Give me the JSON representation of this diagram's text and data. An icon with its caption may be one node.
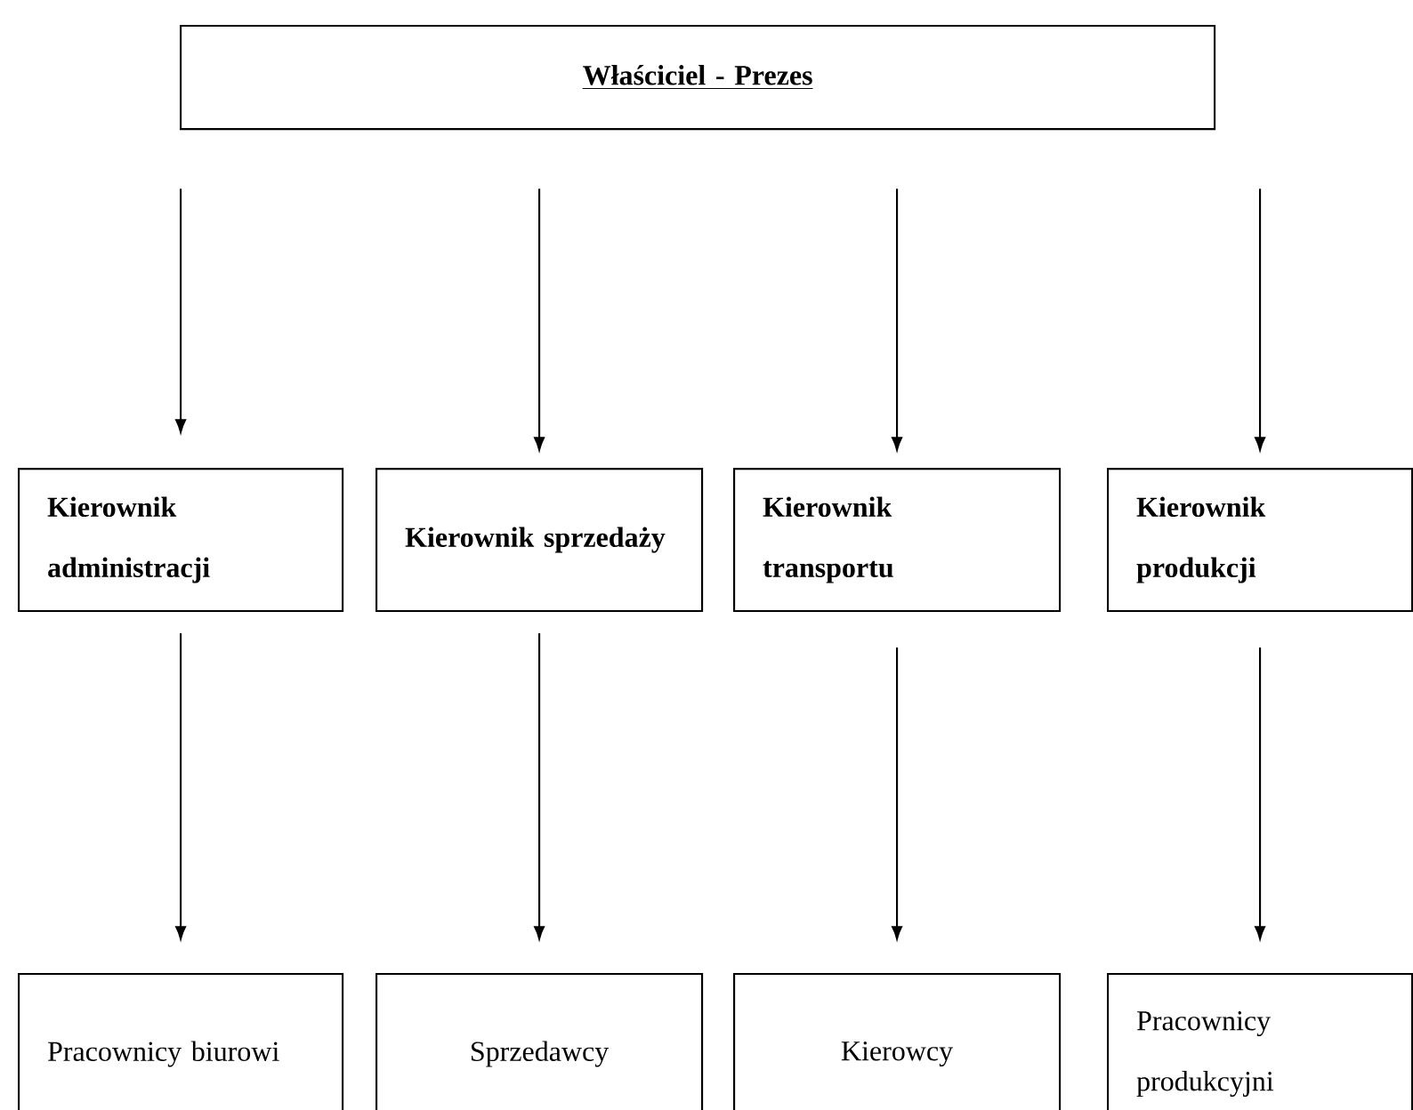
{
  "diagram": {
    "nodes": [
      {
        "text": [
          "Właściciel - Prezes"
        ]
      },
      {
        "text": [
          "Kierownik administracji"
        ]
      },
      {
        "text": [
          "Kierownik sprzedaży"
        ]
      },
      {
        "text": [
          "Kierownik transportu"
        ]
      },
      {
        "text": [
          "Kierownik produkcji"
        ]
      },
      {
        "text": [
          "Pracownicy biurowi"
        ]
      },
      {
        "text": [
          "Sprzedawcy"
        ]
      },
      {
        "text": [
          "Kierowcy"
        ]
      },
      {
        "text": [
          "Pracownicy produkcyjni"
        ]
      }
    ],
    "edges": [
      {
        "from": 0,
        "to": 1,
        "arrow": "to"
      },
      {
        "from": 0,
        "to": 2,
        "arrow": "to"
      },
      {
        "from": 0,
        "to": 3,
        "arrow": "to"
      },
      {
        "from": 0,
        "to": 4,
        "arrow": "to"
      },
      {
        "from": 1,
        "to": 5,
        "arrow": "to"
      },
      {
        "from": 2,
        "to": 6,
        "arrow": "to"
      },
      {
        "from": 3,
        "to": 7,
        "arrow": "to"
      },
      {
        "from": 4,
        "to": 8,
        "arrow": "to"
      }
    ]
  }
}
